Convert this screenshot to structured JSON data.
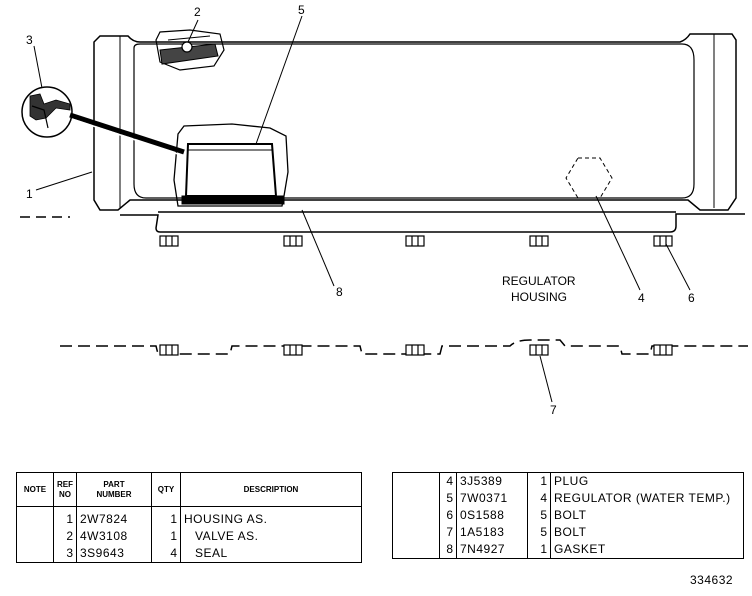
{
  "callouts": {
    "c1": "1",
    "c2": "2",
    "c3": "3",
    "c4": "4",
    "c5": "5",
    "c6": "6",
    "c7": "7",
    "c8": "8"
  },
  "labels": {
    "regulator_line1": "REGULATOR",
    "regulator_line2": "HOUSING"
  },
  "table_headers": {
    "note": "NOTE",
    "ref_line1": "REF",
    "ref_line2": "NO",
    "part_line1": "PART",
    "part_line2": "NUMBER",
    "qty": "QTY",
    "description": "DESCRIPTION"
  },
  "parts_left": [
    {
      "ref": "1",
      "part": "2W7824",
      "qty": "1",
      "desc": "HOUSING  AS."
    },
    {
      "ref": "2",
      "part": "4W3108",
      "qty": "1",
      "desc": "VALVE  AS."
    },
    {
      "ref": "3",
      "part": "3S9643",
      "qty": "4",
      "desc": "SEAL"
    }
  ],
  "parts_right": [
    {
      "ref": "4",
      "part": "3J5389",
      "qty": "1",
      "desc": "PLUG"
    },
    {
      "ref": "5",
      "part": "7W0371",
      "qty": "4",
      "desc": "REGULATOR  (WATER  TEMP.)"
    },
    {
      "ref": "6",
      "part": "0S1588",
      "qty": "5",
      "desc": "BOLT"
    },
    {
      "ref": "7",
      "part": "1A5183",
      "qty": "5",
      "desc": "BOLT"
    },
    {
      "ref": "8",
      "part": "7N4927",
      "qty": "1",
      "desc": "GASKET"
    }
  ],
  "doc_number": "334632"
}
